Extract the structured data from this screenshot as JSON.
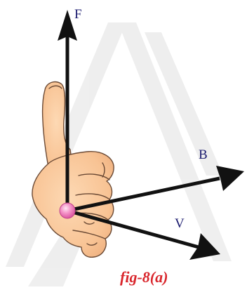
{
  "figure": {
    "caption": "fig-8(a)",
    "caption_color": "#d9262c",
    "label_color": "#1a1a6e",
    "arrow_color": "#111111",
    "skin_color": "#fbc99a",
    "skin_outline": "#6b4a35",
    "origin_color": "#f06fb6",
    "watermark_color": "#e9e9e9"
  },
  "vectors": {
    "force_label": "F",
    "magnetic_field_label": "B",
    "velocity_label": "V"
  }
}
